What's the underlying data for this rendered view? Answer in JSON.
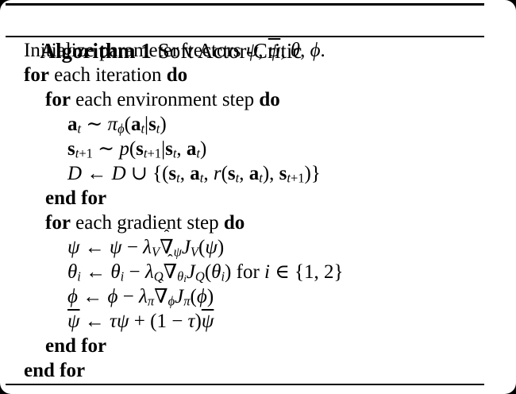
{
  "page": {
    "background": "#ffffff",
    "outside_corner_color": "#000000",
    "text_color": "#000000",
    "rule_color": "#000000"
  },
  "algorithm": {
    "label": "Algorithm 1",
    "name": "Soft Actor-Critic",
    "lines": [
      {
        "indent": 1,
        "tokens": [
          {
            "t": "Initialize parameter vectors ",
            "k": "r"
          },
          {
            "t": "ψ",
            "k": "i"
          },
          {
            "t": ", ",
            "k": "r"
          },
          {
            "t": "ψ",
            "k": "bar"
          },
          {
            "t": ", ",
            "k": "r"
          },
          {
            "t": "θ",
            "k": "i"
          },
          {
            "t": ", ",
            "k": "r"
          },
          {
            "t": "ϕ",
            "k": "i"
          },
          {
            "t": ".",
            "k": "r"
          }
        ]
      },
      {
        "indent": 1,
        "tokens": [
          {
            "t": "for",
            "k": "b"
          },
          {
            "t": " each iteration ",
            "k": "r"
          },
          {
            "t": "do",
            "k": "b"
          }
        ]
      },
      {
        "indent": 2,
        "tokens": [
          {
            "t": "for",
            "k": "b"
          },
          {
            "t": " each environment step ",
            "k": "r"
          },
          {
            "t": "do",
            "k": "b"
          }
        ]
      },
      {
        "indent": 3,
        "tokens": [
          {
            "t": "a",
            "k": "bi"
          },
          {
            "t": "t",
            "k": "sb"
          },
          {
            "t": " ∼ ",
            "k": "r"
          },
          {
            "t": "π",
            "k": "i"
          },
          {
            "t": "ϕ",
            "k": "sb"
          },
          {
            "t": "(",
            "k": "r"
          },
          {
            "t": "a",
            "k": "bi"
          },
          {
            "t": "t",
            "k": "sb"
          },
          {
            "t": "|",
            "k": "r"
          },
          {
            "t": "s",
            "k": "bi"
          },
          {
            "t": "t",
            "k": "sb"
          },
          {
            "t": ")",
            "k": "r"
          }
        ]
      },
      {
        "indent": 3,
        "tokens": [
          {
            "t": "s",
            "k": "bi"
          },
          {
            "t": "t",
            "k": "sb"
          },
          {
            "t": "+1",
            "k": "sbr"
          },
          {
            "t": " ∼ ",
            "k": "r"
          },
          {
            "t": "p",
            "k": "i"
          },
          {
            "t": "(",
            "k": "r"
          },
          {
            "t": "s",
            "k": "bi"
          },
          {
            "t": "t",
            "k": "sb"
          },
          {
            "t": "+1",
            "k": "sbr"
          },
          {
            "t": "|",
            "k": "r"
          },
          {
            "t": "s",
            "k": "bi"
          },
          {
            "t": "t",
            "k": "sb"
          },
          {
            "t": ", ",
            "k": "r"
          },
          {
            "t": "a",
            "k": "bi"
          },
          {
            "t": "t",
            "k": "sb"
          },
          {
            "t": ")",
            "k": "r"
          }
        ]
      },
      {
        "indent": 3,
        "tokens": [
          {
            "t": "D",
            "k": "cal"
          },
          {
            "t": " ← ",
            "k": "r"
          },
          {
            "t": "D",
            "k": "cal"
          },
          {
            "t": " ∪ {(",
            "k": "r"
          },
          {
            "t": "s",
            "k": "bi"
          },
          {
            "t": "t",
            "k": "sb"
          },
          {
            "t": ", ",
            "k": "r"
          },
          {
            "t": "a",
            "k": "bi"
          },
          {
            "t": "t",
            "k": "sb"
          },
          {
            "t": ", ",
            "k": "r"
          },
          {
            "t": "r",
            "k": "i"
          },
          {
            "t": "(",
            "k": "r"
          },
          {
            "t": "s",
            "k": "bi"
          },
          {
            "t": "t",
            "k": "sb"
          },
          {
            "t": ", ",
            "k": "r"
          },
          {
            "t": "a",
            "k": "bi"
          },
          {
            "t": "t",
            "k": "sb"
          },
          {
            "t": "), ",
            "k": "r"
          },
          {
            "t": "s",
            "k": "bi"
          },
          {
            "t": "t",
            "k": "sb"
          },
          {
            "t": "+1",
            "k": "sbr"
          },
          {
            "t": ")}",
            "k": "r"
          }
        ]
      },
      {
        "indent": 2,
        "tokens": [
          {
            "t": "end for",
            "k": "b"
          }
        ]
      },
      {
        "indent": 2,
        "tokens": [
          {
            "t": "for",
            "k": "b"
          },
          {
            "t": " each gradient step ",
            "k": "r"
          },
          {
            "t": "do",
            "k": "b"
          }
        ]
      },
      {
        "indent": 3,
        "tokens": [
          {
            "t": "ψ",
            "k": "i"
          },
          {
            "t": " ← ",
            "k": "r"
          },
          {
            "t": "ψ",
            "k": "i"
          },
          {
            "t": " − ",
            "k": "r"
          },
          {
            "t": "λ",
            "k": "i"
          },
          {
            "t": "V",
            "k": "sb"
          },
          {
            "t": "∇",
            "k": "hat"
          },
          {
            "t": "ψ",
            "k": "sb"
          },
          {
            "t": "J",
            "k": "i"
          },
          {
            "t": "V",
            "k": "sb"
          },
          {
            "t": "(",
            "k": "r"
          },
          {
            "t": "ψ",
            "k": "i"
          },
          {
            "t": ")",
            "k": "r"
          }
        ]
      },
      {
        "indent": 3,
        "tokens": [
          {
            "t": "θ",
            "k": "i"
          },
          {
            "t": "i",
            "k": "sb"
          },
          {
            "t": " ← ",
            "k": "r"
          },
          {
            "t": "θ",
            "k": "i"
          },
          {
            "t": "i",
            "k": "sb"
          },
          {
            "t": " − ",
            "k": "r"
          },
          {
            "t": "λ",
            "k": "i"
          },
          {
            "t": "Q",
            "k": "sb"
          },
          {
            "t": "∇",
            "k": "hat"
          },
          {
            "t": "θ",
            "k": "sb"
          },
          {
            "t": "i",
            "k": "ssb"
          },
          {
            "t": "J",
            "k": "i"
          },
          {
            "t": "Q",
            "k": "sb"
          },
          {
            "t": "(",
            "k": "r"
          },
          {
            "t": "θ",
            "k": "i"
          },
          {
            "t": "i",
            "k": "sb"
          },
          {
            "t": ") for ",
            "k": "r"
          },
          {
            "t": "i",
            "k": "i"
          },
          {
            "t": " ∈ {1, 2}",
            "k": "r"
          }
        ]
      },
      {
        "indent": 3,
        "tokens": [
          {
            "t": "ϕ",
            "k": "i"
          },
          {
            "t": " ← ",
            "k": "r"
          },
          {
            "t": "ϕ",
            "k": "i"
          },
          {
            "t": " − ",
            "k": "r"
          },
          {
            "t": "λ",
            "k": "i"
          },
          {
            "t": "π",
            "k": "sb"
          },
          {
            "t": "∇",
            "k": "hat"
          },
          {
            "t": "ϕ",
            "k": "sb"
          },
          {
            "t": "J",
            "k": "i"
          },
          {
            "t": "π",
            "k": "sb"
          },
          {
            "t": "(",
            "k": "r"
          },
          {
            "t": "ϕ",
            "k": "i"
          },
          {
            "t": ")",
            "k": "r"
          }
        ]
      },
      {
        "indent": 3,
        "tokens": [
          {
            "t": "ψ",
            "k": "bar"
          },
          {
            "t": " ← ",
            "k": "r"
          },
          {
            "t": "τψ",
            "k": "i"
          },
          {
            "t": " + (1 − ",
            "k": "r"
          },
          {
            "t": "τ",
            "k": "i"
          },
          {
            "t": ")",
            "k": "r"
          },
          {
            "t": "ψ",
            "k": "bar"
          }
        ]
      },
      {
        "indent": 2,
        "tokens": [
          {
            "t": "end for",
            "k": "b"
          }
        ]
      },
      {
        "indent": 1,
        "tokens": [
          {
            "t": "end for",
            "k": "b"
          }
        ]
      }
    ]
  }
}
